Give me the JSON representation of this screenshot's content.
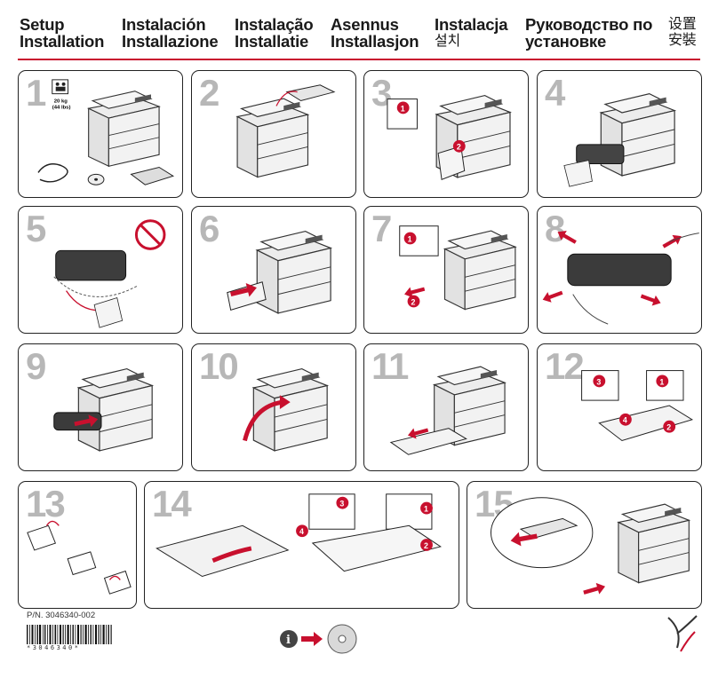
{
  "header": {
    "columns": [
      {
        "line1": "Setup",
        "line2": "Installation"
      },
      {
        "line1": "Instalación",
        "line2": "Installazione"
      },
      {
        "line1": "Instalação",
        "line2": "Installatie"
      },
      {
        "line1": "Asennus",
        "line2": "Installasjon"
      },
      {
        "line1": "Instalacja",
        "line2": "설치"
      },
      {
        "line1": "Руководство по",
        "line2": "установке"
      },
      {
        "line1": "设置",
        "line2": "安裝"
      }
    ]
  },
  "steps": [
    {
      "number": "1",
      "weight_kg": "20 kg",
      "weight_lbs": "(44 lbs)"
    },
    {
      "number": "2"
    },
    {
      "number": "3",
      "callouts": [
        "1",
        "2"
      ]
    },
    {
      "number": "4"
    },
    {
      "number": "5"
    },
    {
      "number": "6"
    },
    {
      "number": "7",
      "callouts": [
        "1",
        "2"
      ]
    },
    {
      "number": "8"
    },
    {
      "number": "9"
    },
    {
      "number": "10"
    },
    {
      "number": "11"
    },
    {
      "number": "12",
      "callouts": [
        "3",
        "1",
        "4",
        "2"
      ]
    },
    {
      "number": "13"
    },
    {
      "number": "14",
      "callouts": [
        "3",
        "1",
        "4",
        "2"
      ]
    },
    {
      "number": "15"
    }
  ],
  "footer": {
    "part_number": "P/N. 3046340-002",
    "barcode_text": "*3046340*"
  },
  "colors": {
    "accent": "#c8102e",
    "step_number": "#b7b7b7",
    "border": "#222222"
  }
}
